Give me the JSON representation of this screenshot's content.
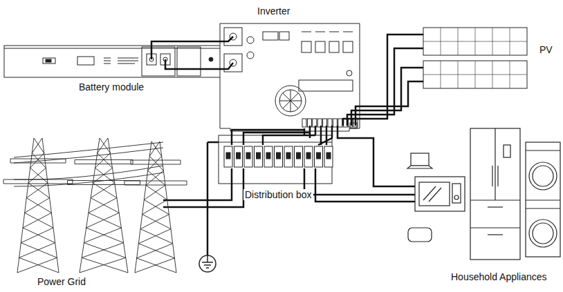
{
  "diagram": {
    "labels": [
      "Inverter",
      "Battery module",
      "PV",
      "Distribution box",
      "Power Grid",
      "Household Appliances"
    ]
  }
}
